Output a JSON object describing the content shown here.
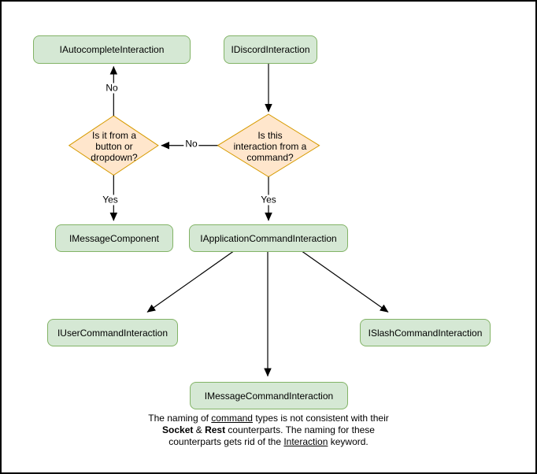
{
  "diagram": {
    "nodes": {
      "autocomplete": {
        "label": "IAutocompleteInteraction"
      },
      "discord": {
        "label": "IDiscordInteraction"
      },
      "left_decision": {
        "label": "Is it from a\nbutton or\ndropdown?"
      },
      "right_decision": {
        "label": "Is this\ninteraction from a\ncommand?"
      },
      "message_component": {
        "label": "IMessageComponent"
      },
      "app_command": {
        "label": "IApplicationCommandInteraction"
      },
      "user_command": {
        "label": "IUserCommandInteraction"
      },
      "slash_command": {
        "label": "ISlashCommandInteraction"
      },
      "message_command": {
        "label": "IMessageCommandInteraction"
      }
    },
    "edge_labels": {
      "no_to_left_decision": "No",
      "no_to_autocomplete": "No",
      "yes_to_message_component": "Yes",
      "yes_to_app_command": "Yes"
    },
    "colors": {
      "node_fill": "#d5e8d4",
      "node_border": "#82b366",
      "decision_fill": "#ffe6cc",
      "decision_border": "#d79b00",
      "edge_stroke": "#000000"
    },
    "caption": {
      "l1a": "The naming of ",
      "l1b": "command",
      "l1c": " types is not consistent with their",
      "l2a": "Socket",
      "l2b": " & ",
      "l2c": "Rest",
      "l2d": " counterparts. The naming for these",
      "l3a": "counterparts gets rid of the ",
      "l3b": "Interaction",
      "l3c": " keyword."
    }
  }
}
